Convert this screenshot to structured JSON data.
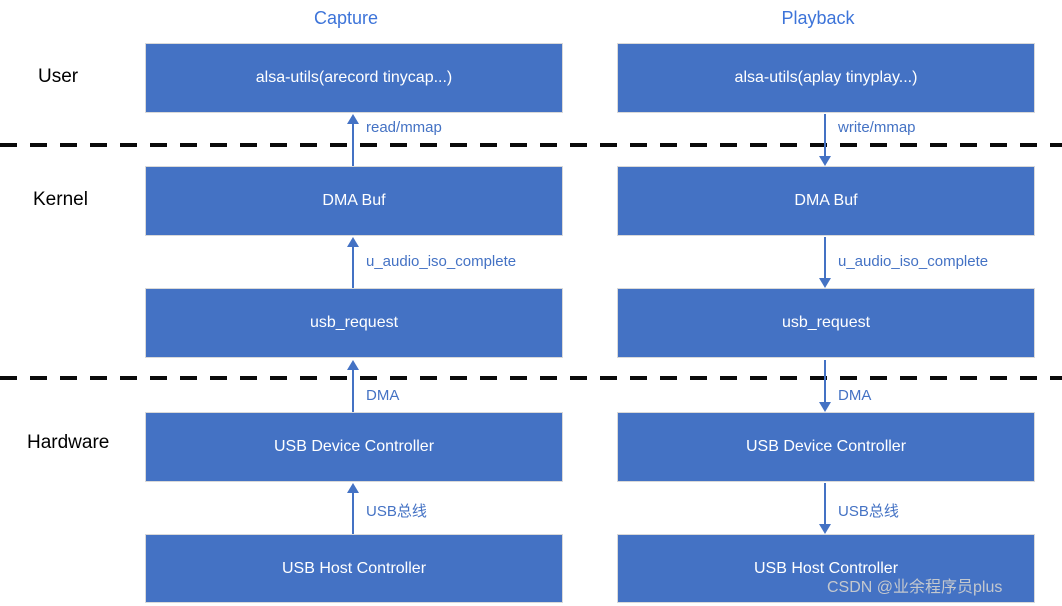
{
  "layers": [
    {
      "label": "User"
    },
    {
      "label": "Kernel"
    },
    {
      "label": "Hardware"
    }
  ],
  "columns": [
    {
      "name": "capture",
      "title": "Capture",
      "direction": "up",
      "boxes": [
        "alsa-utils(arecord tinycap...)",
        "DMA Buf",
        "usb_request",
        "USB Device Controller",
        "USB Host Controller"
      ],
      "arrow_labels": [
        "read/mmap",
        "u_audio_iso_complete",
        "DMA",
        "USB总线"
      ]
    },
    {
      "name": "playback",
      "title": "Playback",
      "direction": "down",
      "boxes": [
        "alsa-utils(aplay tinyplay...)",
        "DMA Buf",
        "usb_request",
        "USB Device Controller",
        "USB Host Controller"
      ],
      "arrow_labels": [
        "write/mmap",
        "u_audio_iso_complete",
        "DMA",
        "USB总线"
      ]
    }
  ],
  "watermark": "CSDN @业余程序员plus",
  "colors": {
    "box_fill": "#4472C4",
    "box_border": "#D9D9D9",
    "arrow_blue": "#4472C4",
    "label_blue": "#4472C4",
    "title_blue": "#3D74D9",
    "layer_text": "#000000",
    "divider": "#0A0A0A",
    "watermark": "#C4C8CE"
  }
}
